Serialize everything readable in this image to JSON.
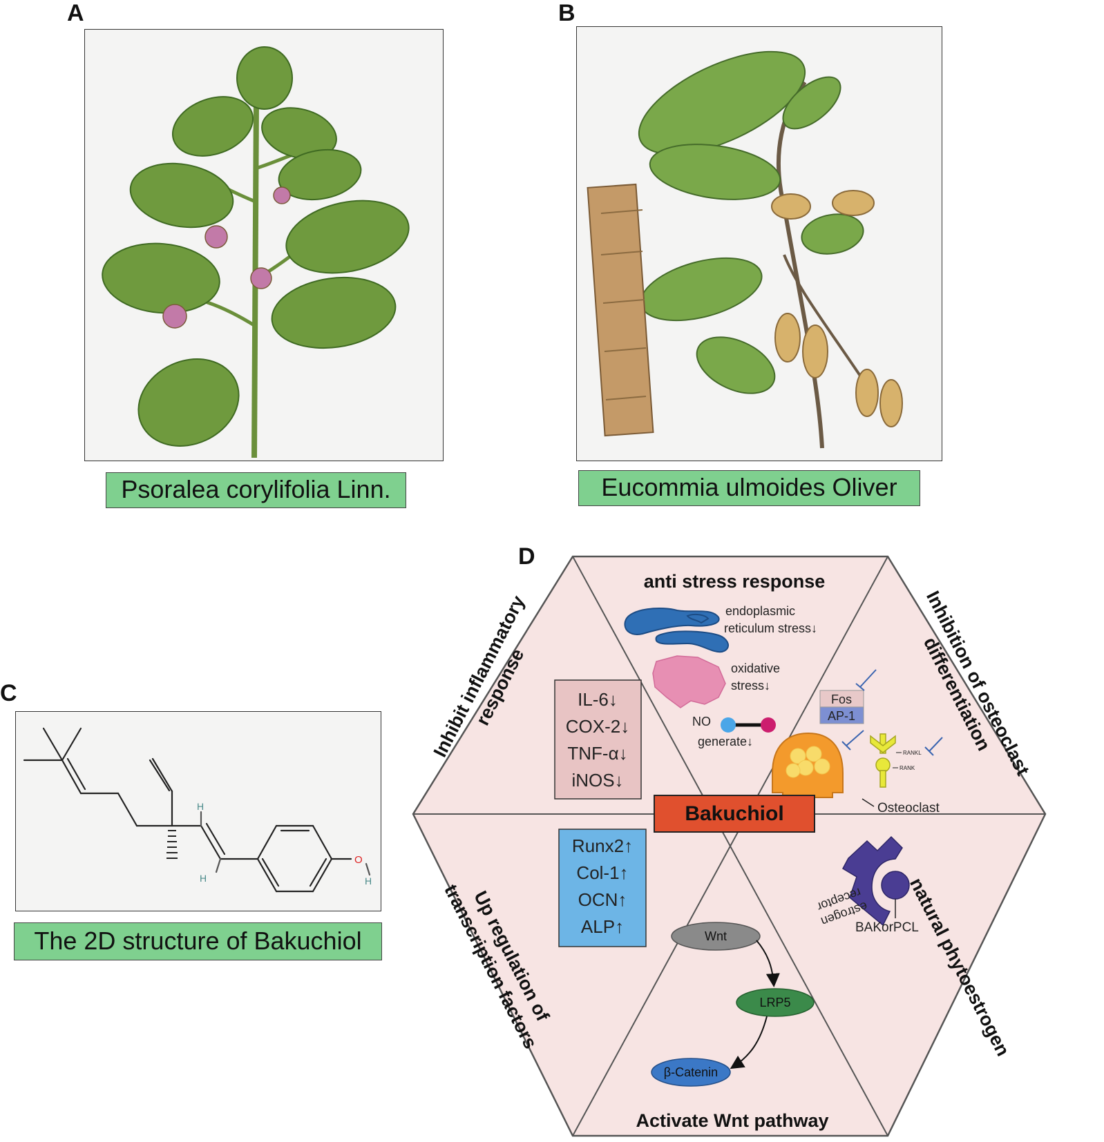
{
  "panels": {
    "a": {
      "letter": "A",
      "caption": "Psoralea corylifolia Linn."
    },
    "b": {
      "letter": "B",
      "caption": "Eucommia ulmoides Oliver"
    },
    "c": {
      "letter": "C",
      "caption": "The 2D structure of Bakuchiol",
      "atom_h": "H",
      "atom_o": "O"
    },
    "d": {
      "letter": "D",
      "center": "Bakuchiol",
      "sections": {
        "top": "anti stress response",
        "upper_left_1": "Inhibit inflammatory",
        "upper_left_2": "response",
        "upper_right_1": "Inhibition of osteoclast",
        "upper_right_2": "differentiation",
        "lower_left_1": "Up regulation of",
        "lower_left_2": "transcription factors",
        "lower_right": "natural phytoestrogen",
        "bottom": "Activate Wnt pathway"
      },
      "stress": {
        "er_1": "endoplasmic",
        "er_2": "reticulum stress↓",
        "ox_1": "oxidative",
        "ox_2": "stress↓",
        "no_1": "NO",
        "no_2": "generate↓"
      },
      "inflammatory_markers": [
        "IL-6↓",
        "COX-2↓",
        "TNF-α↓",
        "iNOS↓"
      ],
      "transcription_markers": [
        "Runx2↑",
        "Col-1↑",
        "OCN↑",
        "ALP↑"
      ],
      "osteoclast": {
        "fos": "Fos",
        "ap1": "AP-1",
        "rankl": "RANKL",
        "rank": "RANK",
        "label": "Osteoclast"
      },
      "phytoestrogen": {
        "receptor_1": "estrogen",
        "receptor_2": "receptor",
        "ligand": "BAKorPCL"
      },
      "wnt": {
        "wnt": "Wnt",
        "lrp5": "LRP5",
        "catenin": "β-Catenin"
      }
    }
  },
  "colors": {
    "caption_green": "#7fd08f",
    "hex_pink": "#f7e4e3",
    "center_red": "#e0502e",
    "er_blue": "#2f6fb5",
    "ox_pink": "#e78fb3",
    "marker_pink": "#e8c4c4",
    "marker_blue": "#6db5e6",
    "osteoclast_orange": "#f39a2c",
    "rank_yellow": "#e8e83a",
    "receptor_purple": "#4a3d93",
    "wnt_gray": "#8a8a8a",
    "lrp5_green": "#3b8a4a",
    "catenin_blue": "#3b78c6"
  }
}
